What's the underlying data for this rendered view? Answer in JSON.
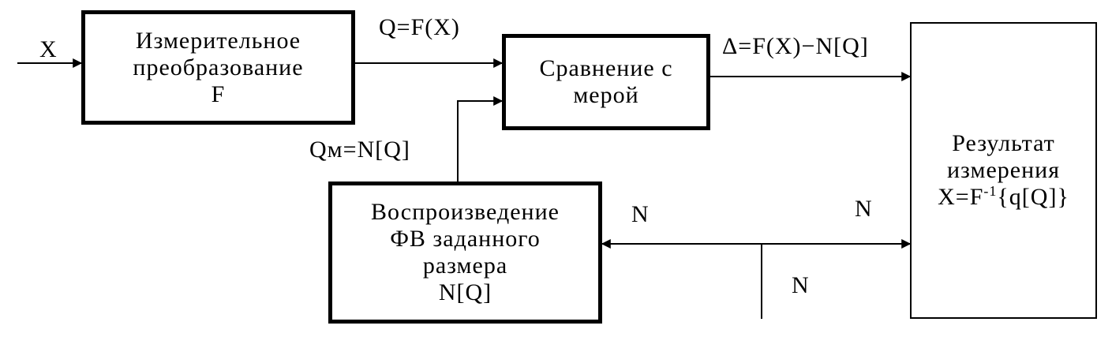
{
  "blocks": {
    "transform": {
      "lines": [
        "Измерительное",
        "преобразование",
        "F"
      ]
    },
    "compare": {
      "lines": [
        "Сравнение с",
        "мерой"
      ]
    },
    "reproduce": {
      "lines": [
        "Воспроизведение",
        "ФВ заданного",
        "размера",
        "N[Q]"
      ]
    },
    "result": {
      "lines": [
        "Результат",
        "измерения"
      ],
      "formula_lhs": "X=F",
      "formula_exp": "-1",
      "formula_rhs": "{q[Q]}"
    }
  },
  "signals": {
    "input": "X",
    "q": "Q=F(X)",
    "delta": "Δ=F(X)−N[Q]",
    "qm": "Qм=N[Q]",
    "n_left": "N",
    "n_right": "N",
    "n_bottom": "N"
  }
}
